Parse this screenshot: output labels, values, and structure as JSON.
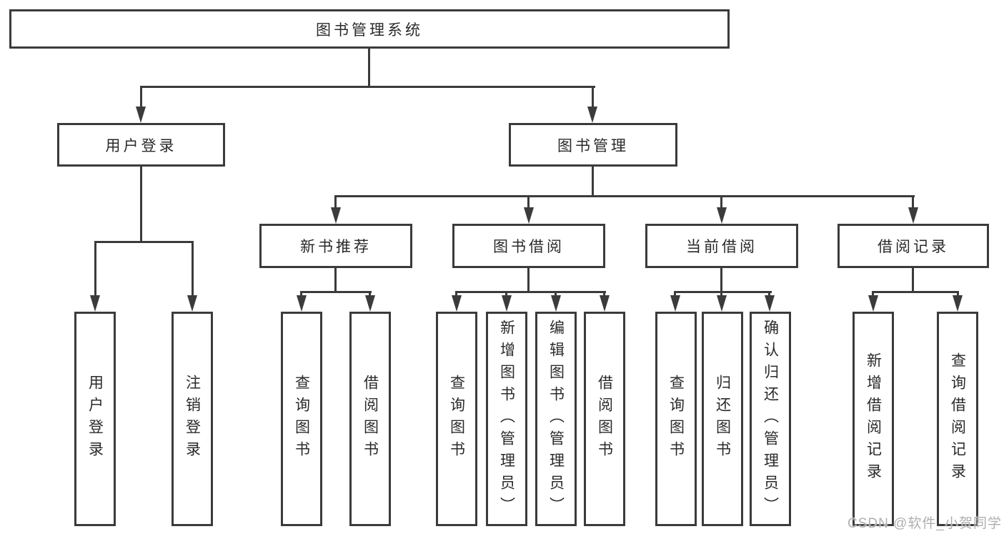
{
  "diagram": {
    "title": "图书管理系统",
    "nodes": {
      "root": "图书管理系统",
      "level1": [
        {
          "label": "用户登录"
        },
        {
          "label": "图书管理"
        }
      ],
      "level2": [
        {
          "label": "新书推荐"
        },
        {
          "label": "图书借阅"
        },
        {
          "label": "当前借阅"
        },
        {
          "label": "借阅记录"
        }
      ],
      "leaves": [
        {
          "label": "用户登录"
        },
        {
          "label": "注销登录"
        },
        {
          "label": "查询图书"
        },
        {
          "label": "借阅图书"
        },
        {
          "label": "查询图书"
        },
        {
          "label": "新增图书（管理员）"
        },
        {
          "label": "编辑图书（管理员）"
        },
        {
          "label": "借阅图书"
        },
        {
          "label": "查询图书"
        },
        {
          "label": "归还图书"
        },
        {
          "label": "确认归还（管理员）"
        },
        {
          "label": "新增借阅记录"
        },
        {
          "label": "查询借阅记录"
        }
      ]
    },
    "watermark": "CSDN @软件_小贺同学",
    "colors": {
      "line": "#3b3b3b",
      "text": "#2a2a2a",
      "background": "#ffffff",
      "watermark": "#afafaf"
    }
  }
}
